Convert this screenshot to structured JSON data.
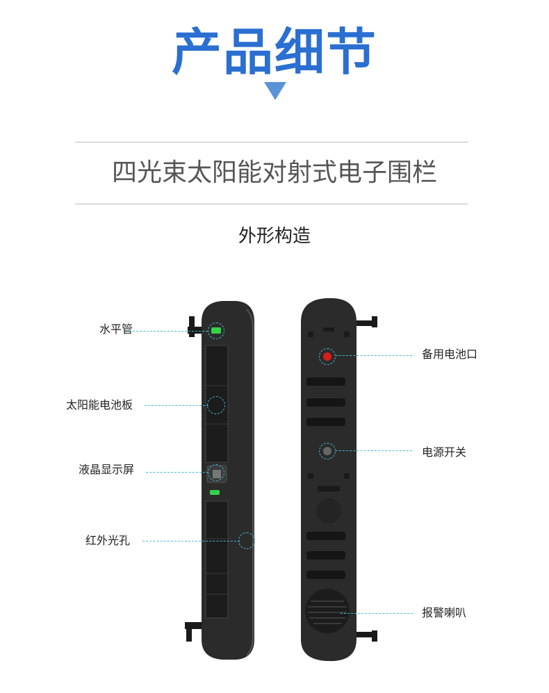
{
  "header": {
    "title": "产品细节",
    "subtitle": "四光束太阳能对射式电子围栏",
    "section": "外形构造"
  },
  "front_labels": {
    "level": "水平管",
    "solar": "太阳能电池板",
    "lcd": "液晶显示屏",
    "ir": "红外光孔"
  },
  "back_labels": {
    "battery": "备用电池口",
    "power": "电源开关",
    "speaker": "报警喇叭"
  },
  "colors": {
    "title_blue": "#2a6fd1",
    "callout_cyan": "#44b9d6",
    "device_body": "#2b2b2b"
  }
}
